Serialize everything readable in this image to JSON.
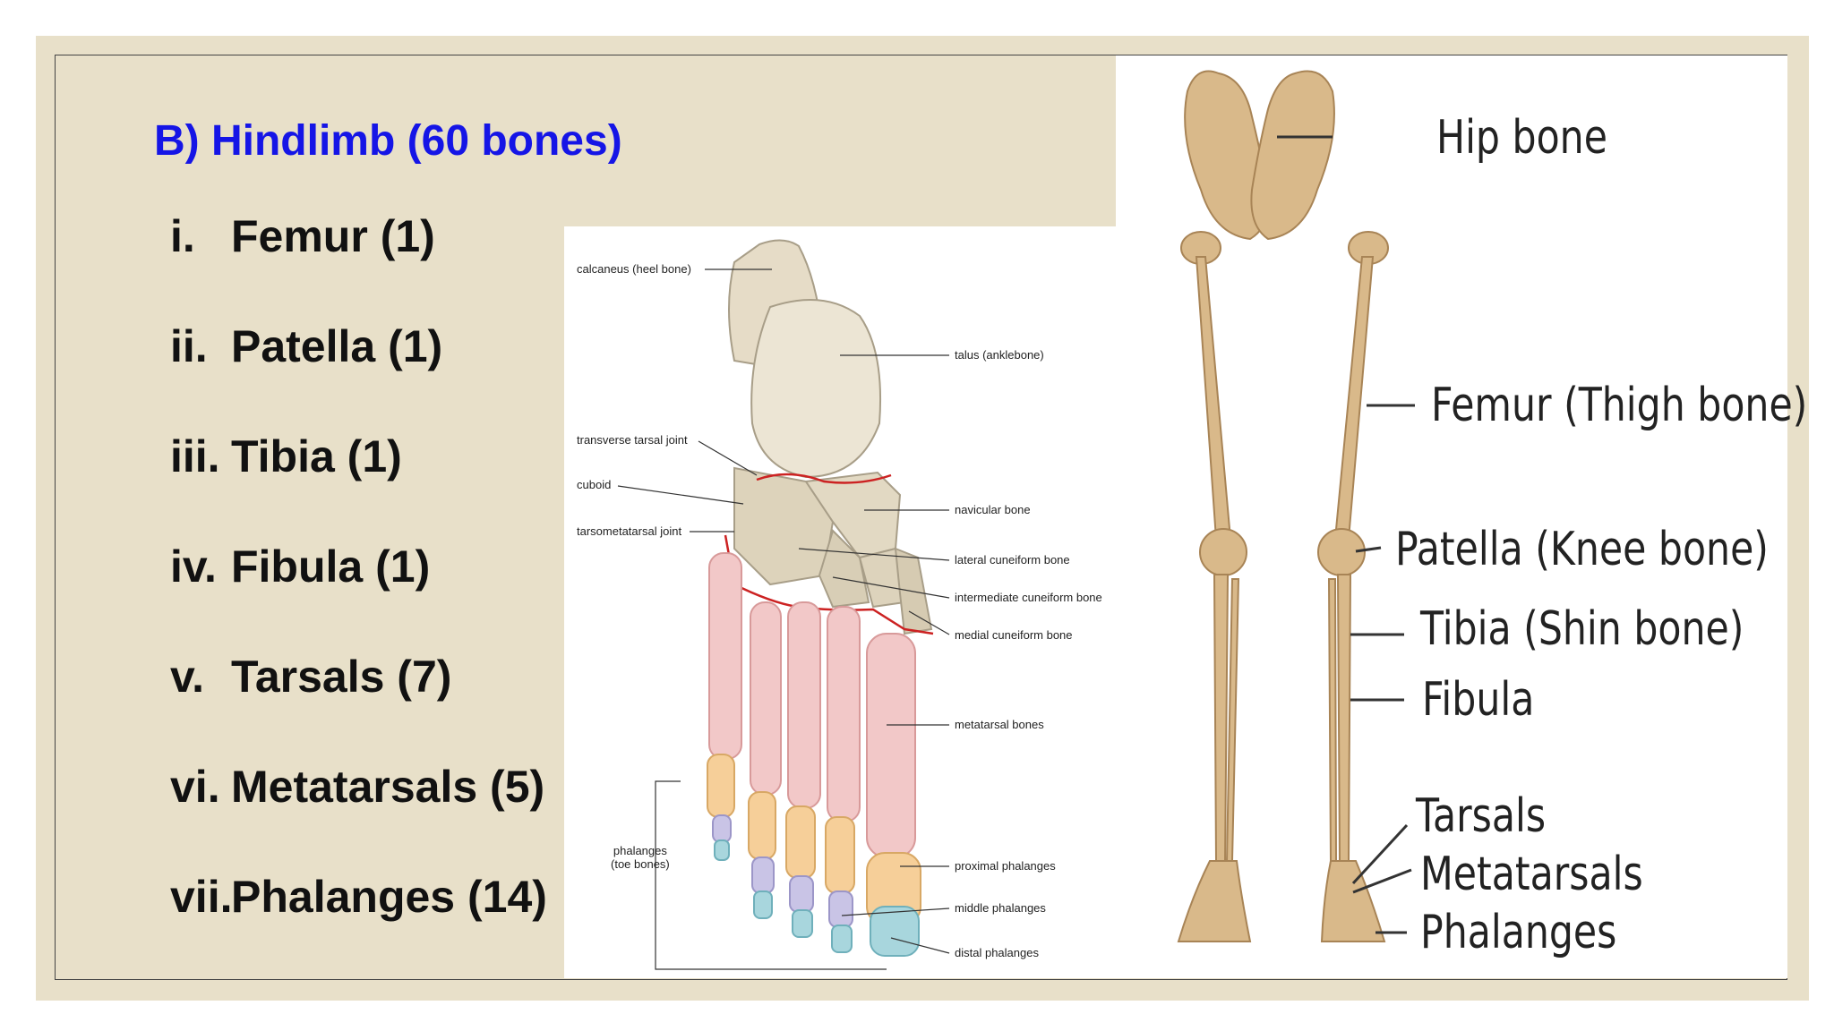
{
  "slide": {
    "title": "B) Hindlimb (60 bones)",
    "items": [
      {
        "num": "i.",
        "label": "Femur (1)"
      },
      {
        "num": "ii.",
        "label": "Patella (1)"
      },
      {
        "num": "iii.",
        "label": "Tibia (1)"
      },
      {
        "num": "iv.",
        "label": "Fibula (1)"
      },
      {
        "num": "v.",
        "label": "Tarsals (7)"
      },
      {
        "num": "vi.",
        "label": "Metatarsals (5)"
      },
      {
        "num": "vii.",
        "label": "Phalanges (14)"
      }
    ]
  },
  "foot_diagram": {
    "labels": {
      "calcaneus": "calcaneus (heel bone)",
      "talus": "talus (anklebone)",
      "transverse_tarsal_joint": "transverse tarsal joint",
      "cuboid": "cuboid",
      "navicular": "navicular bone",
      "tarsometatarsal_joint": "tarsometatarsal joint",
      "lateral_cuneiform": "lateral cuneiform bone",
      "intermediate_cuneiform": "intermediate cuneiform bone",
      "medial_cuneiform": "medial cuneiform bone",
      "metatarsal_bones": "metatarsal bones",
      "phalanges_line1": "phalanges",
      "phalanges_line2": "(toe bones)",
      "proximal_phalanges": "proximal phalanges",
      "middle_phalanges": "middle phalanges",
      "distal_phalanges": "distal phalanges"
    }
  },
  "skeleton_diagram": {
    "labels": {
      "hip": "Hip bone",
      "femur": "Femur (Thigh bone)",
      "patella": "Patella (Knee bone)",
      "tibia": "Tibia (Shin bone)",
      "fibula": "Fibula",
      "tarsals": "Tarsals",
      "metatarsals": "Metatarsals",
      "phalanges": "Phalanges"
    }
  }
}
